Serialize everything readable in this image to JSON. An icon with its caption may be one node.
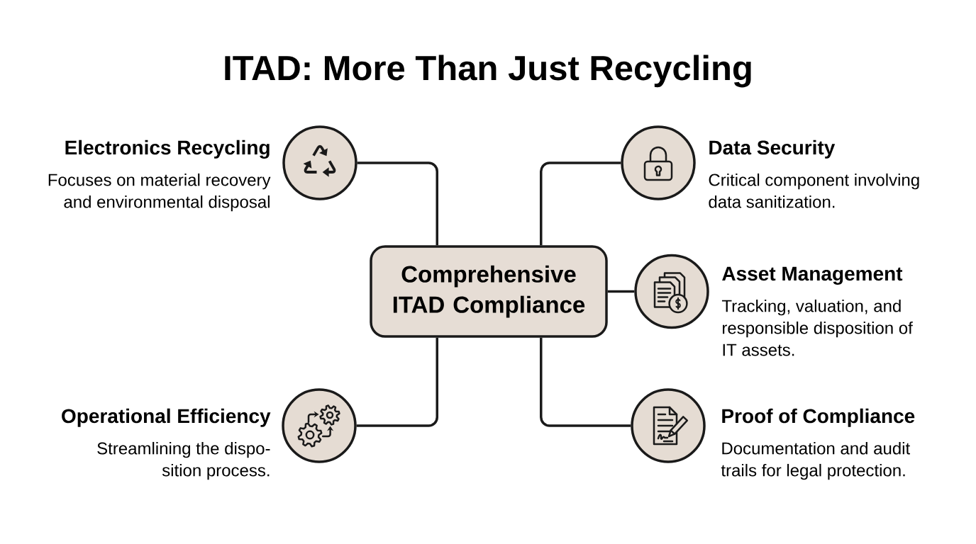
{
  "diagram": {
    "title": "ITAD: More Than Just Recycling",
    "nodes": [
      {
        "text": [
          "Electronics Recycling",
          "Focuses on material recovery and environmental disposal"
        ]
      },
      {
        "text": [
          "Data Security",
          "Critical component involving data sanitization."
        ]
      },
      {
        "text": [
          "Comprehensive ITAD Compliance"
        ]
      },
      {
        "text": [
          "Asset Management",
          "Tracking, valuation, and responsible disposition of IT assets."
        ]
      },
      {
        "text": [
          "Operational Efficiency",
          "Streamlining the dispo- sition process."
        ]
      },
      {
        "text": [
          "Proof of Compliance",
          "Documentation and audit trails for legal protection."
        ]
      }
    ],
    "edges": [
      {
        "from": 2,
        "to": 0,
        "arrow": "none"
      },
      {
        "from": 2,
        "to": 1,
        "arrow": "none"
      },
      {
        "from": 2,
        "to": 3,
        "arrow": "none"
      },
      {
        "from": 2,
        "to": 4,
        "arrow": "none"
      },
      {
        "from": 2,
        "to": 5,
        "arrow": "none"
      }
    ]
  }
}
